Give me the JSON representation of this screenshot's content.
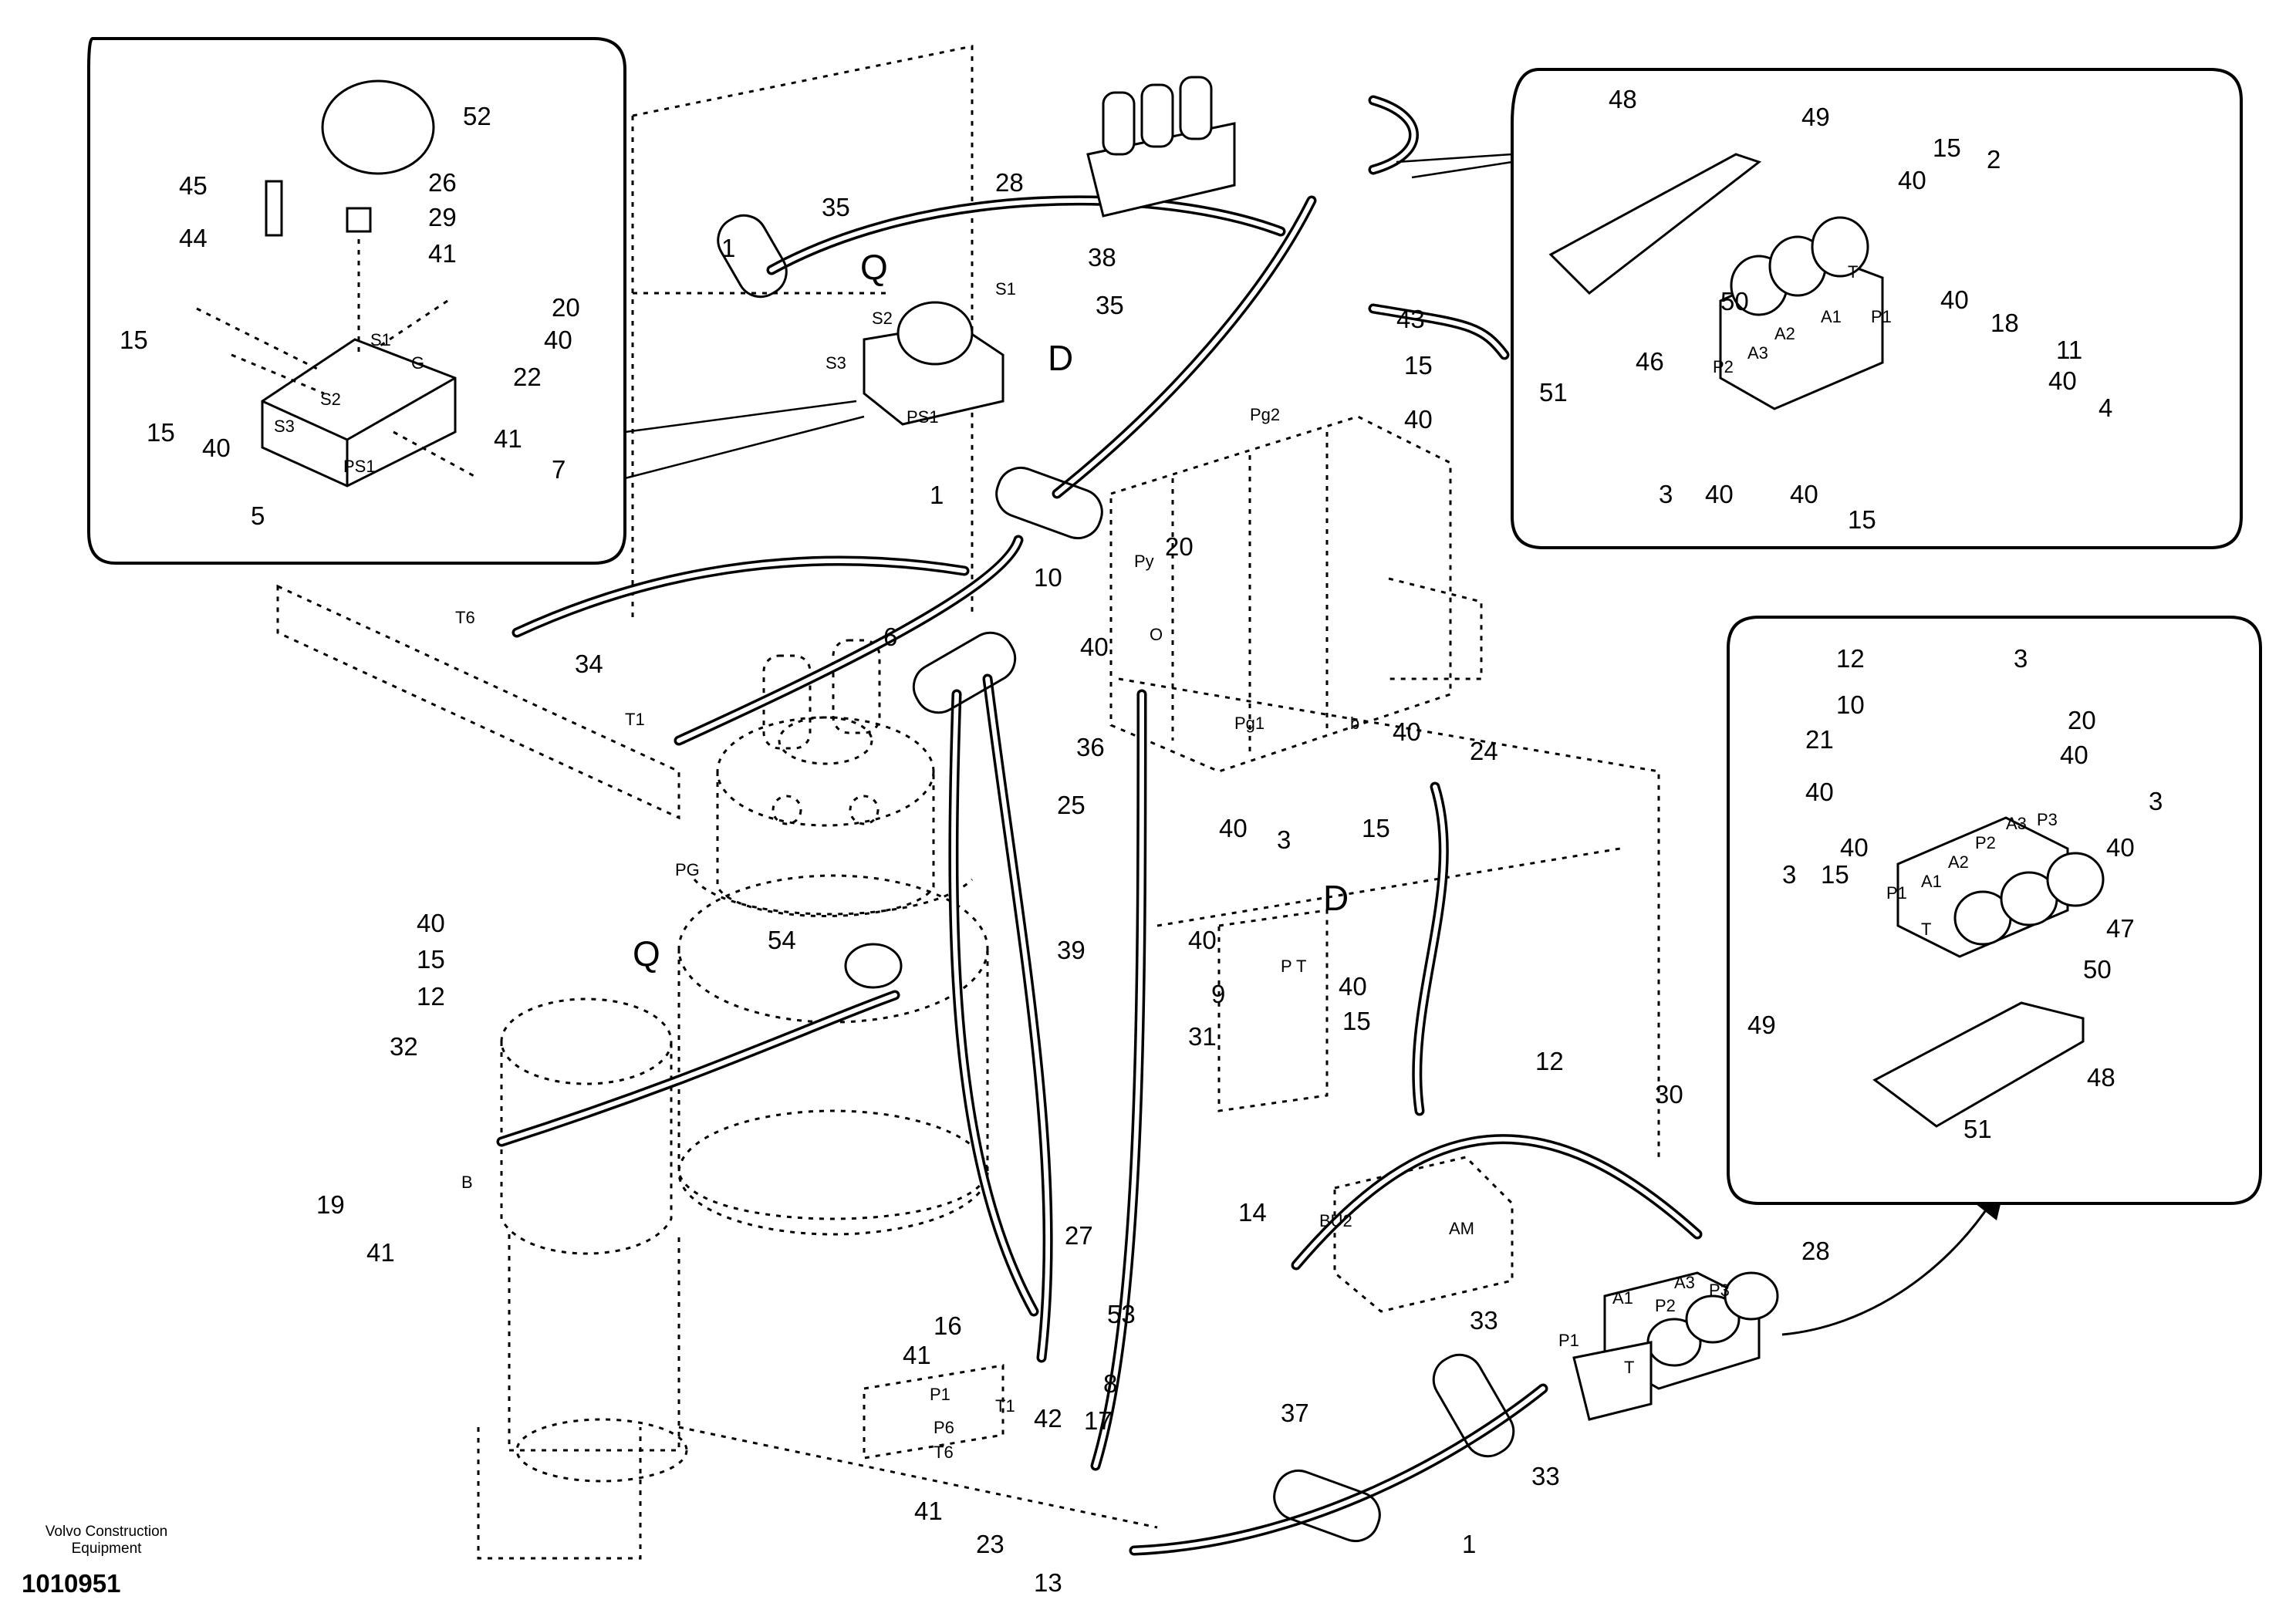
{
  "footer": {
    "publisher_line1": "Volvo Construction",
    "publisher_line2": "Equipment",
    "drawing_number": "1010951"
  },
  "callouts": {
    "c1": "1",
    "c2": "2",
    "c3": "3",
    "c4": "4",
    "c5": "5",
    "c6": "6",
    "c7": "7",
    "c8": "8",
    "c9": "9",
    "c10": "10",
    "c11": "11",
    "c12": "12",
    "c13": "13",
    "c14": "14",
    "c15": "15",
    "c16": "16",
    "c17": "17",
    "c18": "18",
    "c19": "19",
    "c20": "20",
    "c21": "21",
    "c22": "22",
    "c23": "23",
    "c24": "24",
    "c25": "25",
    "c26": "26",
    "c27": "27",
    "c28": "28",
    "c29": "29",
    "c30": "30",
    "c31": "31",
    "c32": "32",
    "c33": "33",
    "c34": "34",
    "c35": "35",
    "c36": "36",
    "c37": "37",
    "c38": "38",
    "c39": "39",
    "c40": "40",
    "c41": "41",
    "c42": "42",
    "c43": "43",
    "c44": "44",
    "c45": "45",
    "c46": "46",
    "c47": "47",
    "c48": "48",
    "c49": "49",
    "c50": "50",
    "c51": "51",
    "c52": "52",
    "c53": "53",
    "c54": "54"
  },
  "ports": {
    "s1": "S1",
    "s2": "S2",
    "s3": "S3",
    "ps1": "PS1",
    "g": "G",
    "t1": "T1",
    "t6": "T6",
    "pg": "PG",
    "pg1": "Pg1",
    "pg2": "Pg2",
    "py": "Py",
    "o": "O",
    "b_low": "b",
    "b_up": "B",
    "p": "P",
    "t": "T",
    "p1": "P1",
    "p2": "P2",
    "p3": "P3",
    "p6": "P6",
    "a1": "A1",
    "a2": "A2",
    "a3": "A3",
    "bu2": "BU2",
    "am": "AM"
  },
  "connection_marks": {
    "q": "Q",
    "d": "D"
  }
}
